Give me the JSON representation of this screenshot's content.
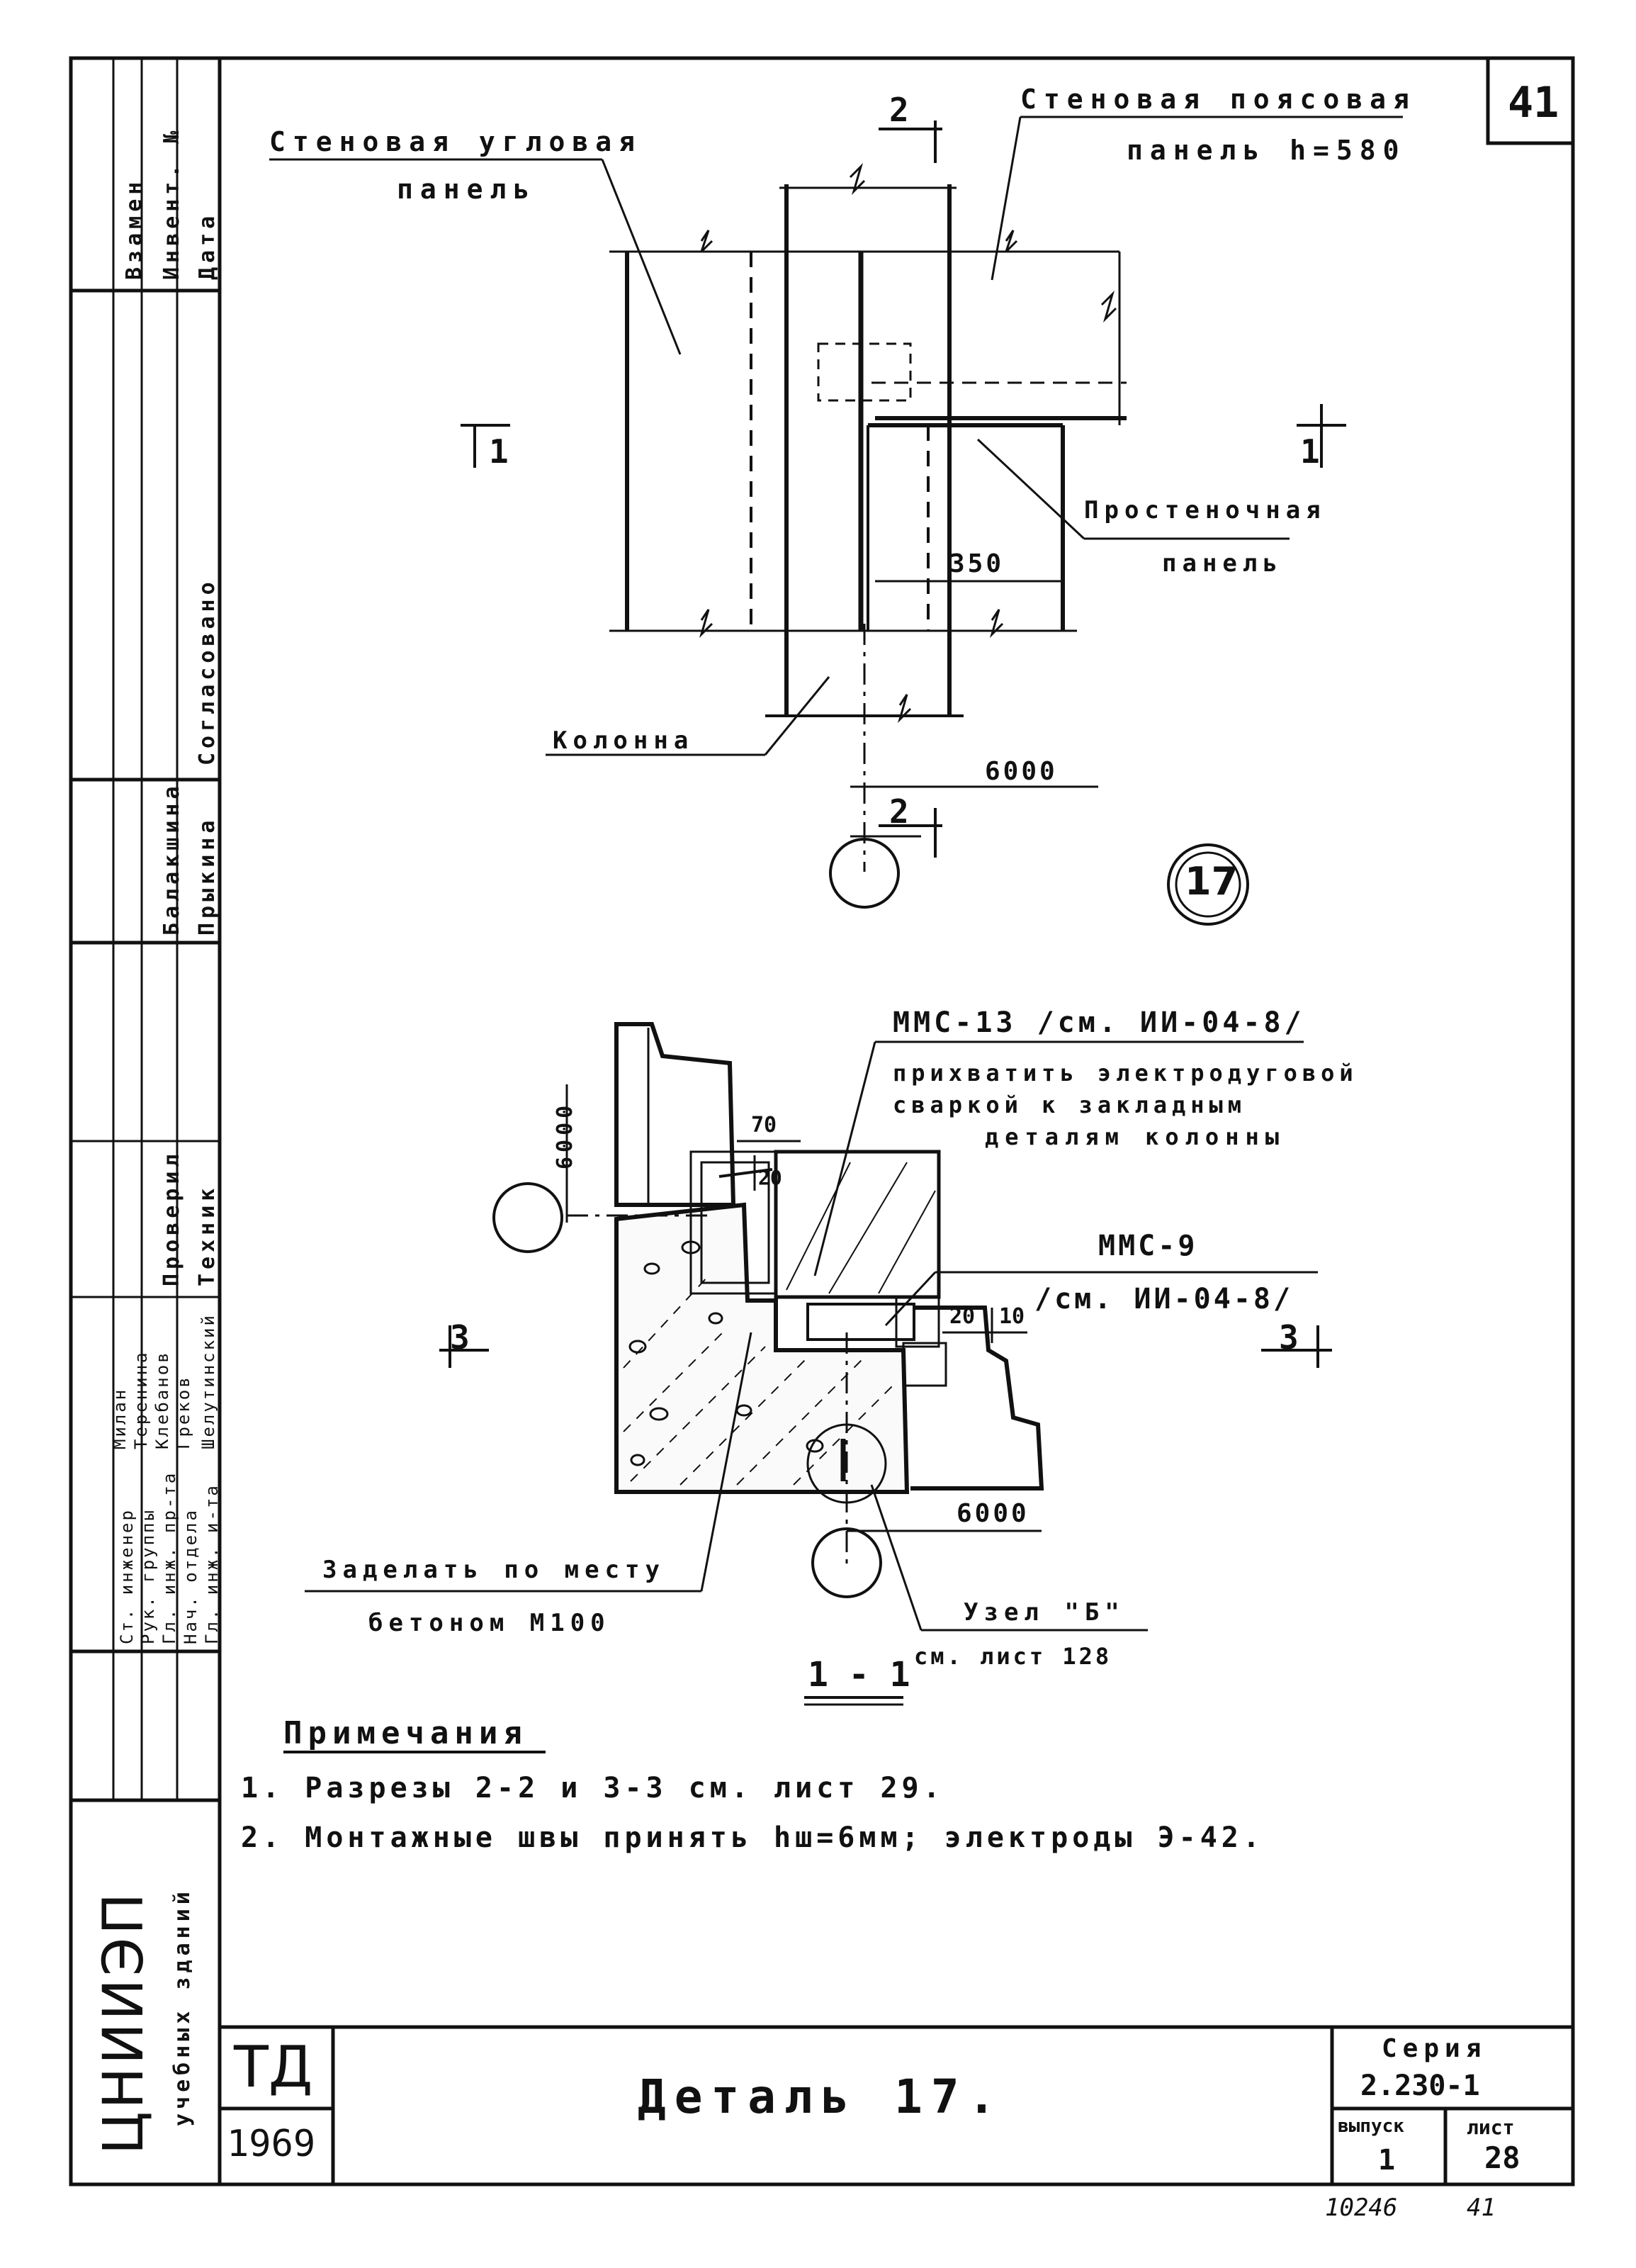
{
  "sheet_corner_number": "41",
  "top_view": {
    "section_mark_top": "2",
    "section_mark_bottom": "2",
    "section_mark_left": "1",
    "section_mark_right": "1",
    "label_corner_panel": [
      "Стеновая угловая",
      "панель"
    ],
    "label_belt_panel": [
      "Стеновая поясовая",
      "панель h=580"
    ],
    "label_pier_panel": [
      "Простеночная",
      "панель"
    ],
    "label_column": "Колонна",
    "dim_350": "350",
    "dim_6000": "6000",
    "callout_number": "17"
  },
  "section_view": {
    "label_mmc13": "ММС-13 /см. ИИ-04-8/",
    "note_weld": [
      "прихватить электродуговой",
      "сваркой к закладным",
      "деталям колонны"
    ],
    "label_mmc9": [
      "ММС-9",
      "/см. ИИ-04-8/"
    ],
    "dim_70": "70",
    "dim_20_top": "20",
    "dim_20_right": "20",
    "dim_10": "10",
    "dim_6000_left": "6000",
    "dim_6000_bottom": "6000",
    "section_mark_left": "3",
    "section_mark_right": "3",
    "label_concrete": [
      "Заделать по месту",
      "бетоном М100"
    ],
    "label_node": [
      "Узел \"Б\"",
      "см. лист 128"
    ],
    "section_title": "1 - 1"
  },
  "notes": {
    "heading": "Примечания",
    "items": [
      "1. Разрезы 2-2 и 3-3 см. лист 29.",
      "2. Монтажные швы принять hш=6мм; электроды Э-42."
    ]
  },
  "title_block": {
    "org_mark": "ТД",
    "year": "1969",
    "title": "Деталь 17.",
    "series_label": "Серия",
    "series_value": "2.230-1",
    "issue_label": "выпуск",
    "issue_value": "1",
    "sheet_label": "лист",
    "sheet_value": "28",
    "below_left": "10246",
    "below_right": "41"
  },
  "side_stamp": {
    "header_cells": [
      "Дата",
      "Инвент. №",
      "Взамен"
    ],
    "agreed": "Согласовано",
    "agreed_names": [
      "Прыкина",
      "Балакшина"
    ],
    "roles_a": [
      "Техник",
      "Проверил"
    ],
    "roles_b": [
      "Шелутинский",
      "Греков",
      "Клебанов",
      "Теренина",
      "Милан"
    ],
    "positions": [
      "Гл. инж. и-та",
      "Нач. отдела",
      "Гл. инж. пр-та",
      "Рук. группы",
      "Ст. инженер"
    ],
    "institute_name": "ЦНИИЭП",
    "institute_sub": "учебных зданий"
  }
}
